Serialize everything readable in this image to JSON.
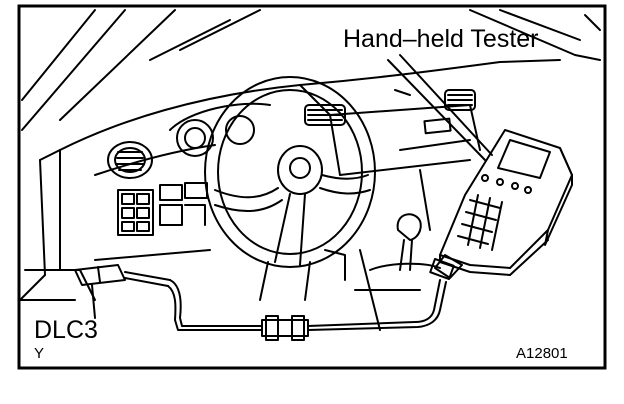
{
  "labels": {
    "tester": "Hand–held Tester",
    "connector": "DLC3",
    "corner_mark": "Y",
    "figure_code": "A12801"
  },
  "colors": {
    "ink": "#000000",
    "paper": "#ffffff"
  }
}
